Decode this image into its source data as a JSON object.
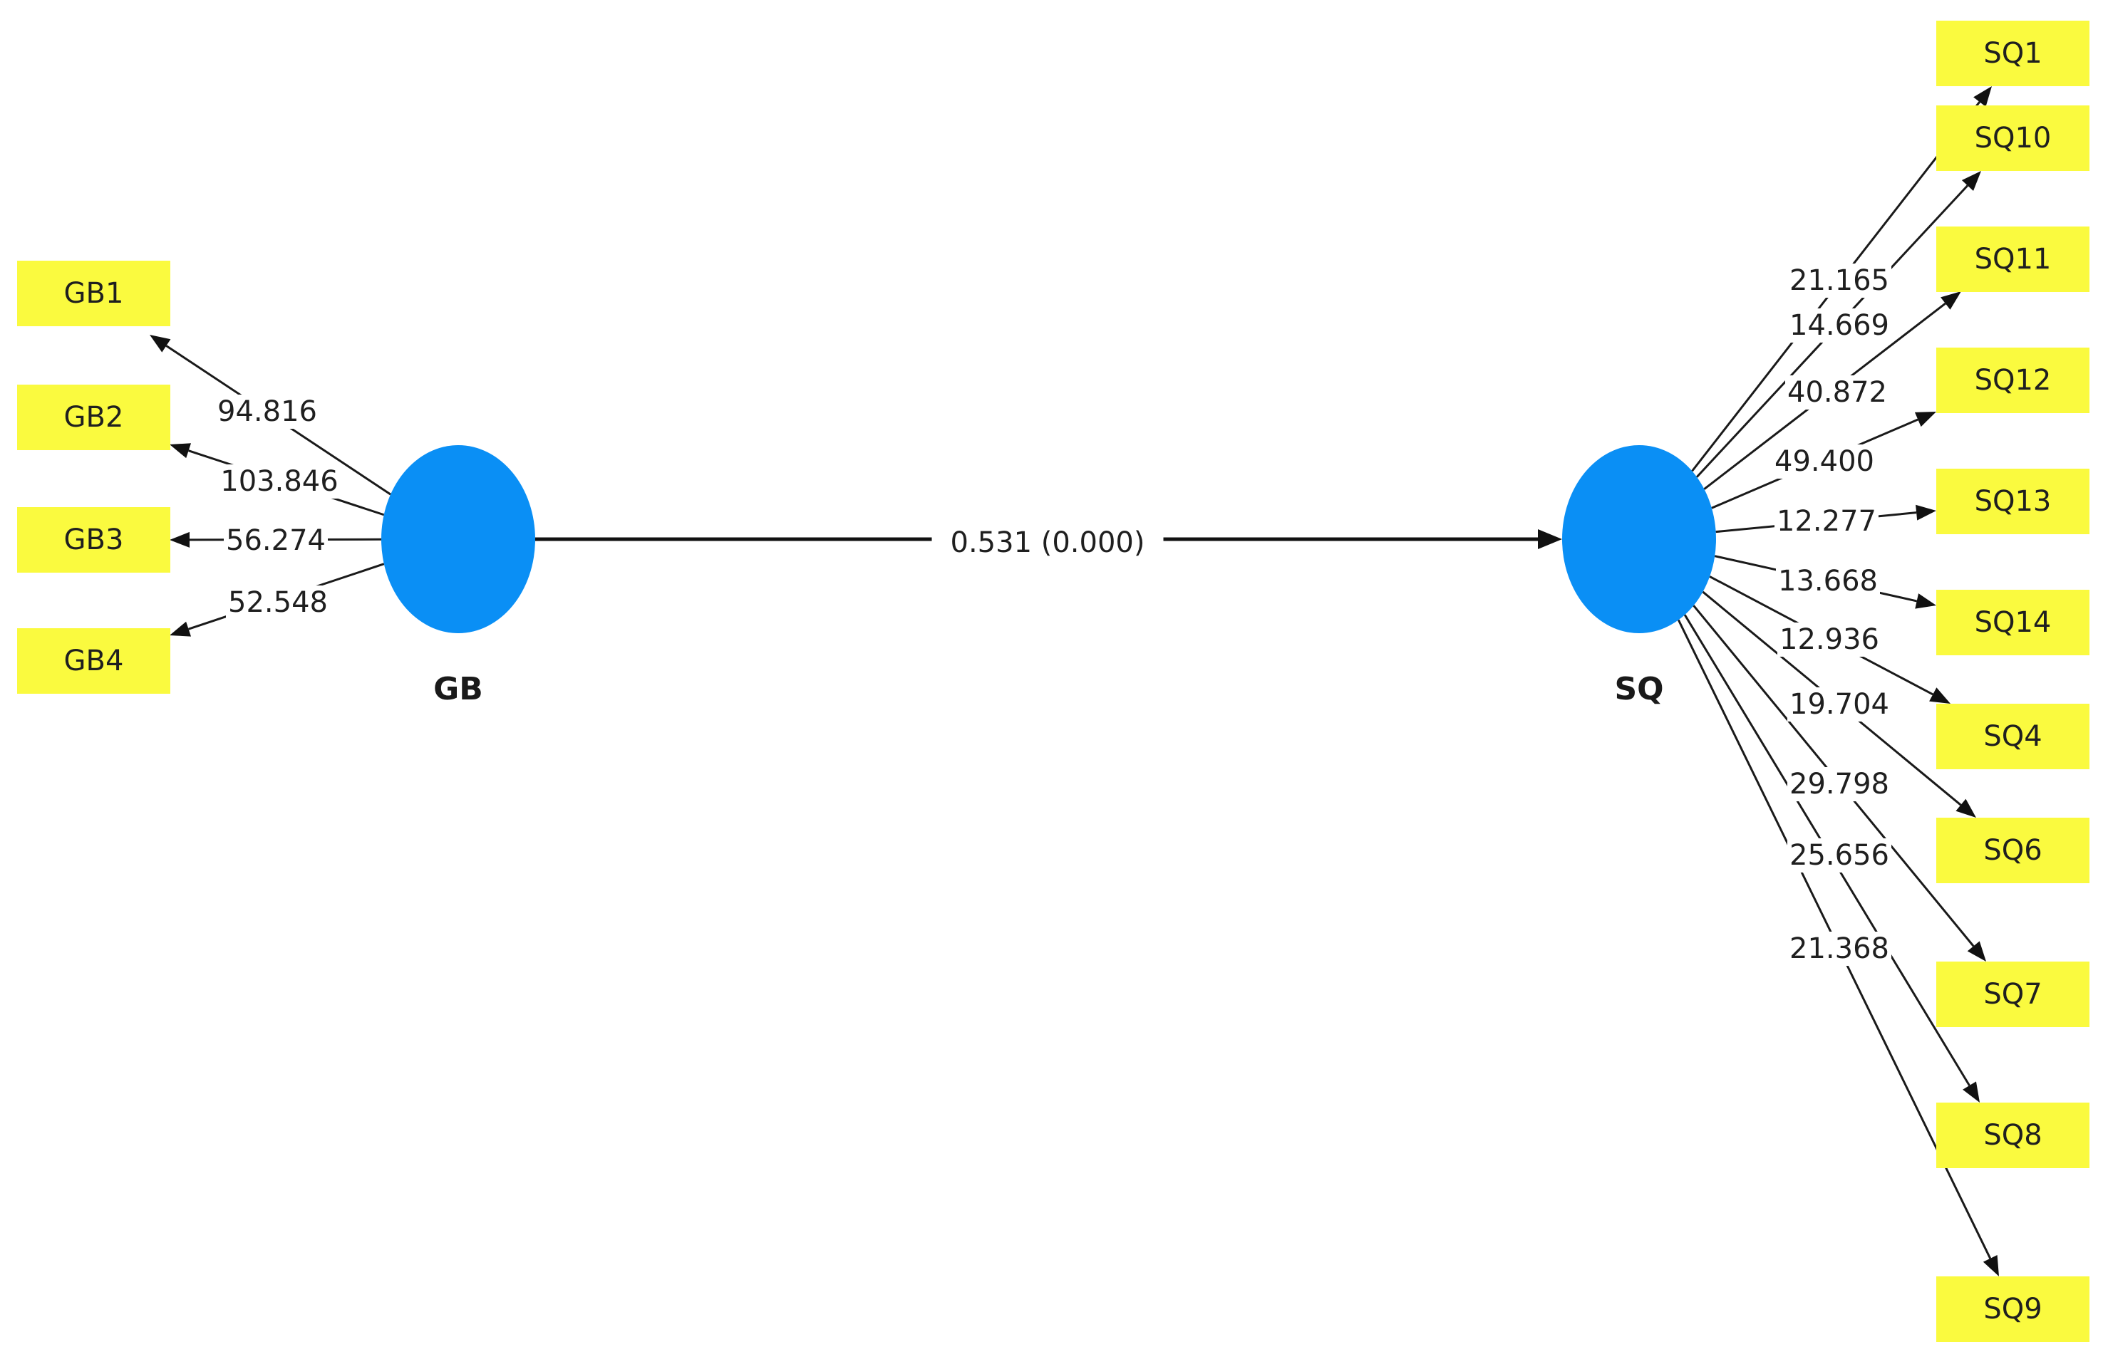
{
  "colors": {
    "construct": "#0a8ff5",
    "indicator": "#fafa3f",
    "edge": "#111111",
    "text": "#1f1f1f"
  },
  "constructs": [
    {
      "id": "GB",
      "label": "GB"
    },
    {
      "id": "SQ",
      "label": "SQ"
    }
  ],
  "indicators": [
    {
      "id": "GB1",
      "label": "GB1",
      "construct": "GB"
    },
    {
      "id": "GB2",
      "label": "GB2",
      "construct": "GB"
    },
    {
      "id": "GB3",
      "label": "GB3",
      "construct": "GB"
    },
    {
      "id": "GB4",
      "label": "GB4",
      "construct": "GB"
    },
    {
      "id": "SQ1",
      "label": "SQ1",
      "construct": "SQ"
    },
    {
      "id": "SQ10",
      "label": "SQ10",
      "construct": "SQ"
    },
    {
      "id": "SQ11",
      "label": "SQ11",
      "construct": "SQ"
    },
    {
      "id": "SQ12",
      "label": "SQ12",
      "construct": "SQ"
    },
    {
      "id": "SQ13",
      "label": "SQ13",
      "construct": "SQ"
    },
    {
      "id": "SQ14",
      "label": "SQ14",
      "construct": "SQ"
    },
    {
      "id": "SQ4",
      "label": "SQ4",
      "construct": "SQ"
    },
    {
      "id": "SQ6",
      "label": "SQ6",
      "construct": "SQ"
    },
    {
      "id": "SQ7",
      "label": "SQ7",
      "construct": "SQ"
    },
    {
      "id": "SQ8",
      "label": "SQ8",
      "construct": "SQ"
    },
    {
      "id": "SQ9",
      "label": "SQ9",
      "construct": "SQ"
    }
  ],
  "loadings": [
    {
      "from": "GB",
      "to": "GB1",
      "value": "94.816"
    },
    {
      "from": "GB",
      "to": "GB2",
      "value": "103.846"
    },
    {
      "from": "GB",
      "to": "GB3",
      "value": "56.274"
    },
    {
      "from": "GB",
      "to": "GB4",
      "value": "52.548"
    },
    {
      "from": "SQ",
      "to": "SQ1",
      "value": "21.165"
    },
    {
      "from": "SQ",
      "to": "SQ10",
      "value": "14.669"
    },
    {
      "from": "SQ",
      "to": "SQ11",
      "value": "40.872"
    },
    {
      "from": "SQ",
      "to": "SQ12",
      "value": "49.400"
    },
    {
      "from": "SQ",
      "to": "SQ13",
      "value": "12.277"
    },
    {
      "from": "SQ",
      "to": "SQ14",
      "value": "13.668"
    },
    {
      "from": "SQ",
      "to": "SQ4",
      "value": "12.936"
    },
    {
      "from": "SQ",
      "to": "SQ6",
      "value": "19.704"
    },
    {
      "from": "SQ",
      "to": "SQ7",
      "value": "29.798"
    },
    {
      "from": "SQ",
      "to": "SQ8",
      "value": "25.656"
    },
    {
      "from": "SQ",
      "to": "SQ9",
      "value": "21.368"
    }
  ],
  "path": {
    "from": "GB",
    "to": "SQ",
    "value": "0.531 (0.000)"
  }
}
